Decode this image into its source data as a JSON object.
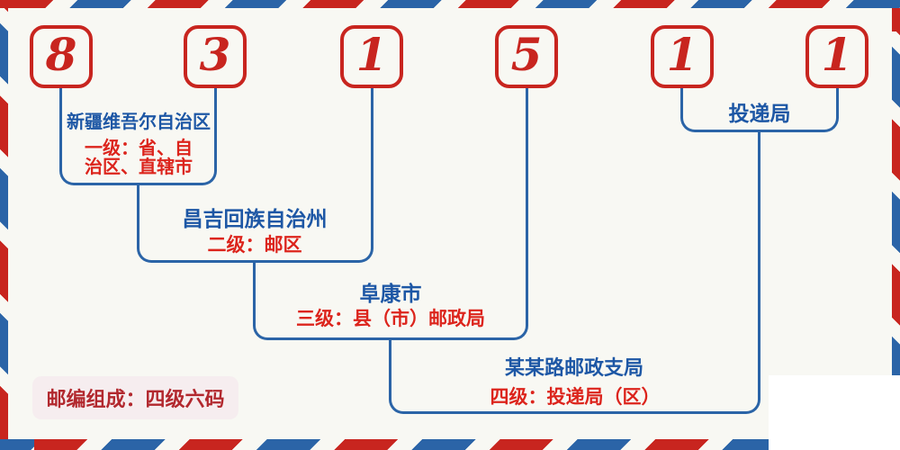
{
  "diagram": {
    "postal_code": {
      "digits": [
        "8",
        "3",
        "1",
        "5",
        "1",
        "1"
      ]
    },
    "levels": [
      {
        "name": "新疆维吾尔自治区",
        "desc": "一级：省、自治区、直辖市",
        "desc_line1": "一级：省、自",
        "desc_line2": "治区、直辖市"
      },
      {
        "name": "昌吉回族自治州",
        "desc": "二级：邮区"
      },
      {
        "name": "阜康市",
        "desc": "三级：县（市）邮政局"
      },
      {
        "name": "某某路邮政支局",
        "desc": "四级：投递局（区）"
      },
      {
        "name": "投递局",
        "desc": ""
      }
    ],
    "footer_label": "邮编组成：四级六码",
    "colors": {
      "stripe_red": "#c8251f",
      "stripe_blue": "#2b64a7",
      "box_red": "#c8251f",
      "line_blue": "#2b64a7",
      "text_red": "#dc241c",
      "text_blue": "#1d57a5",
      "footer_red": "#b2282e",
      "footer_bg": "#f6edef",
      "background": "#f8f8f3"
    }
  }
}
